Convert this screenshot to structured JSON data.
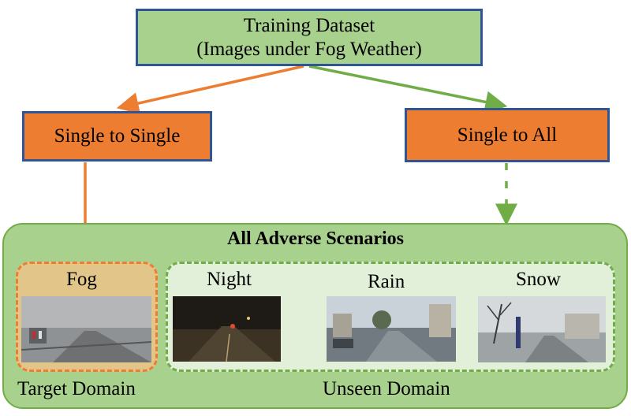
{
  "top": {
    "line1": "Training Dataset",
    "line2": "(Images under Fog Weather)"
  },
  "branches": {
    "left": "Single to Single",
    "right": "Single to All"
  },
  "panel": {
    "title": "All Adverse Scenarios"
  },
  "scenarios": [
    {
      "label": "Fog"
    },
    {
      "label": "Night"
    },
    {
      "label": "Rain"
    },
    {
      "label": "Snow"
    }
  ],
  "domains": {
    "target": "Target Domain",
    "unseen": "Unseen Domain"
  },
  "colors": {
    "orange": "#ed7d31",
    "green": "#70ad47",
    "light_green": "#a9d18e",
    "blue_border": "#2f5597"
  }
}
